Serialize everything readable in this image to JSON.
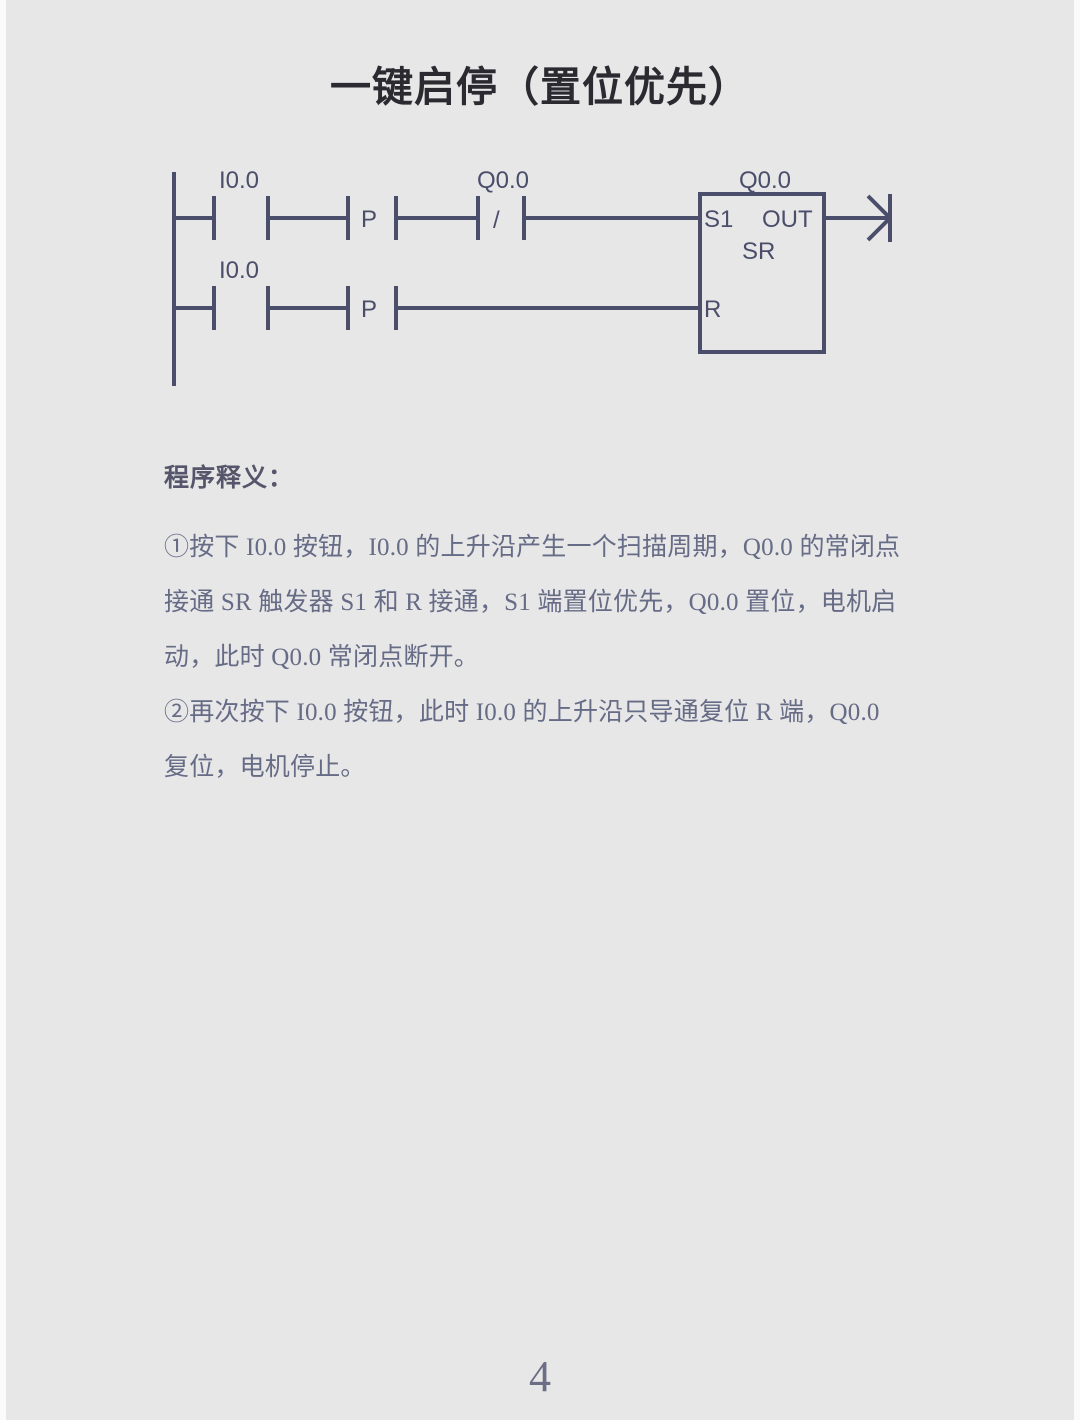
{
  "document": {
    "title": "一键启停（置位优先）",
    "page_number": "4",
    "background_color": "#e7e7e7",
    "ink_color": "#4a4e6b"
  },
  "ladder": {
    "rung1": {
      "contact1_label": "I0.0",
      "contact1_type": "normally-open",
      "contact2_label": "P",
      "contact2_type": "positive-edge",
      "contact3_label": "Q0.0",
      "contact3_symbol": "/",
      "contact3_type": "normally-closed"
    },
    "rung2": {
      "contact1_label": "I0.0",
      "contact1_type": "normally-open",
      "contact2_label": "P",
      "contact2_type": "positive-edge"
    },
    "block": {
      "name": "Q0.0",
      "type": "SR",
      "input_set": "S1",
      "input_reset": "R",
      "output": "OUT",
      "coil_symbol": "coil-output"
    }
  },
  "explanation": {
    "heading": "程序释义：",
    "lines": [
      "①按下 I0.0 按钮，I0.0 的上升沿产生一个扫描周期，Q0.0 的常闭点",
      "接通 SR 触发器 S1 和 R 接通，S1 端置位优先，Q0.0 置位，电机启",
      "动，此时 Q0.0 常闭点断开。",
      "②再次按下 I0.0 按钮，此时 I0.0 的上升沿只导通复位 R 端，Q0.0",
      "复位，电机停止。"
    ]
  }
}
